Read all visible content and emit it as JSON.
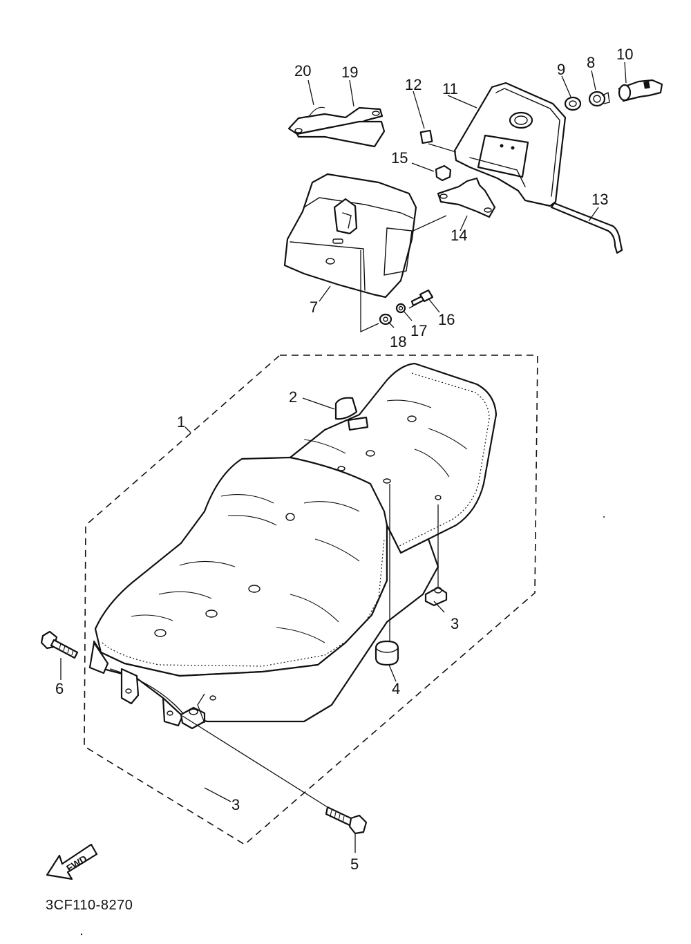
{
  "diagram": {
    "code": "3CF110-8270",
    "fwd_label": "FWD",
    "callouts": [
      "1",
      "2",
      "3",
      "3",
      "4",
      "5",
      "6",
      "7",
      "8",
      "9",
      "10",
      "11",
      "12",
      "13",
      "14",
      "15",
      "16",
      "17",
      "18",
      "19",
      "20"
    ]
  }
}
